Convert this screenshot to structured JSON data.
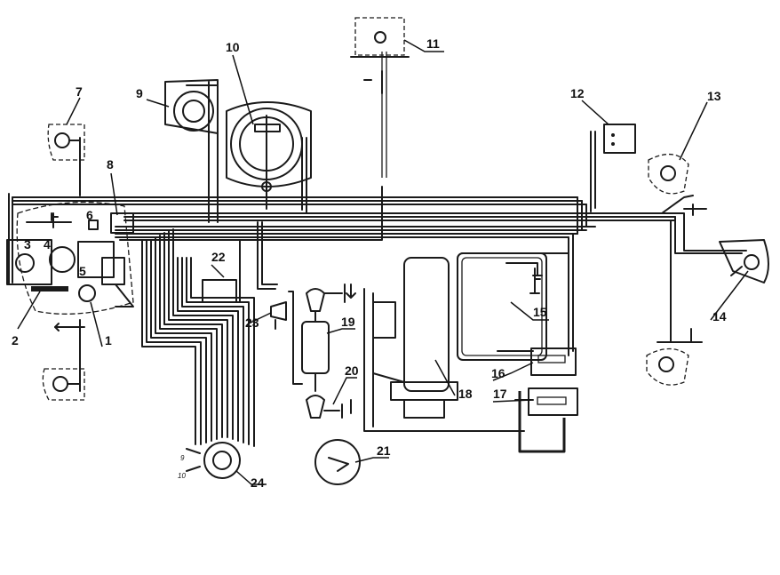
{
  "labels": {
    "l1": "1",
    "l2": "2",
    "l3": "3",
    "l4": "4",
    "l5": "5",
    "l6": "6",
    "l7": "7",
    "l8": "8",
    "l9": "9",
    "l10": "10",
    "l11": "11",
    "l12": "12",
    "l13": "13",
    "l14": "14",
    "l15": "15",
    "l16": "16",
    "l17": "17",
    "l18": "18",
    "l19": "19",
    "l20": "20",
    "l21": "21",
    "l22": "22",
    "l23": "23",
    "l24": "24"
  },
  "small_marks": {
    "g1": "9",
    "g2": "10"
  },
  "colors": {
    "ink": "#1a1a1a",
    "paper": "#ffffff"
  }
}
